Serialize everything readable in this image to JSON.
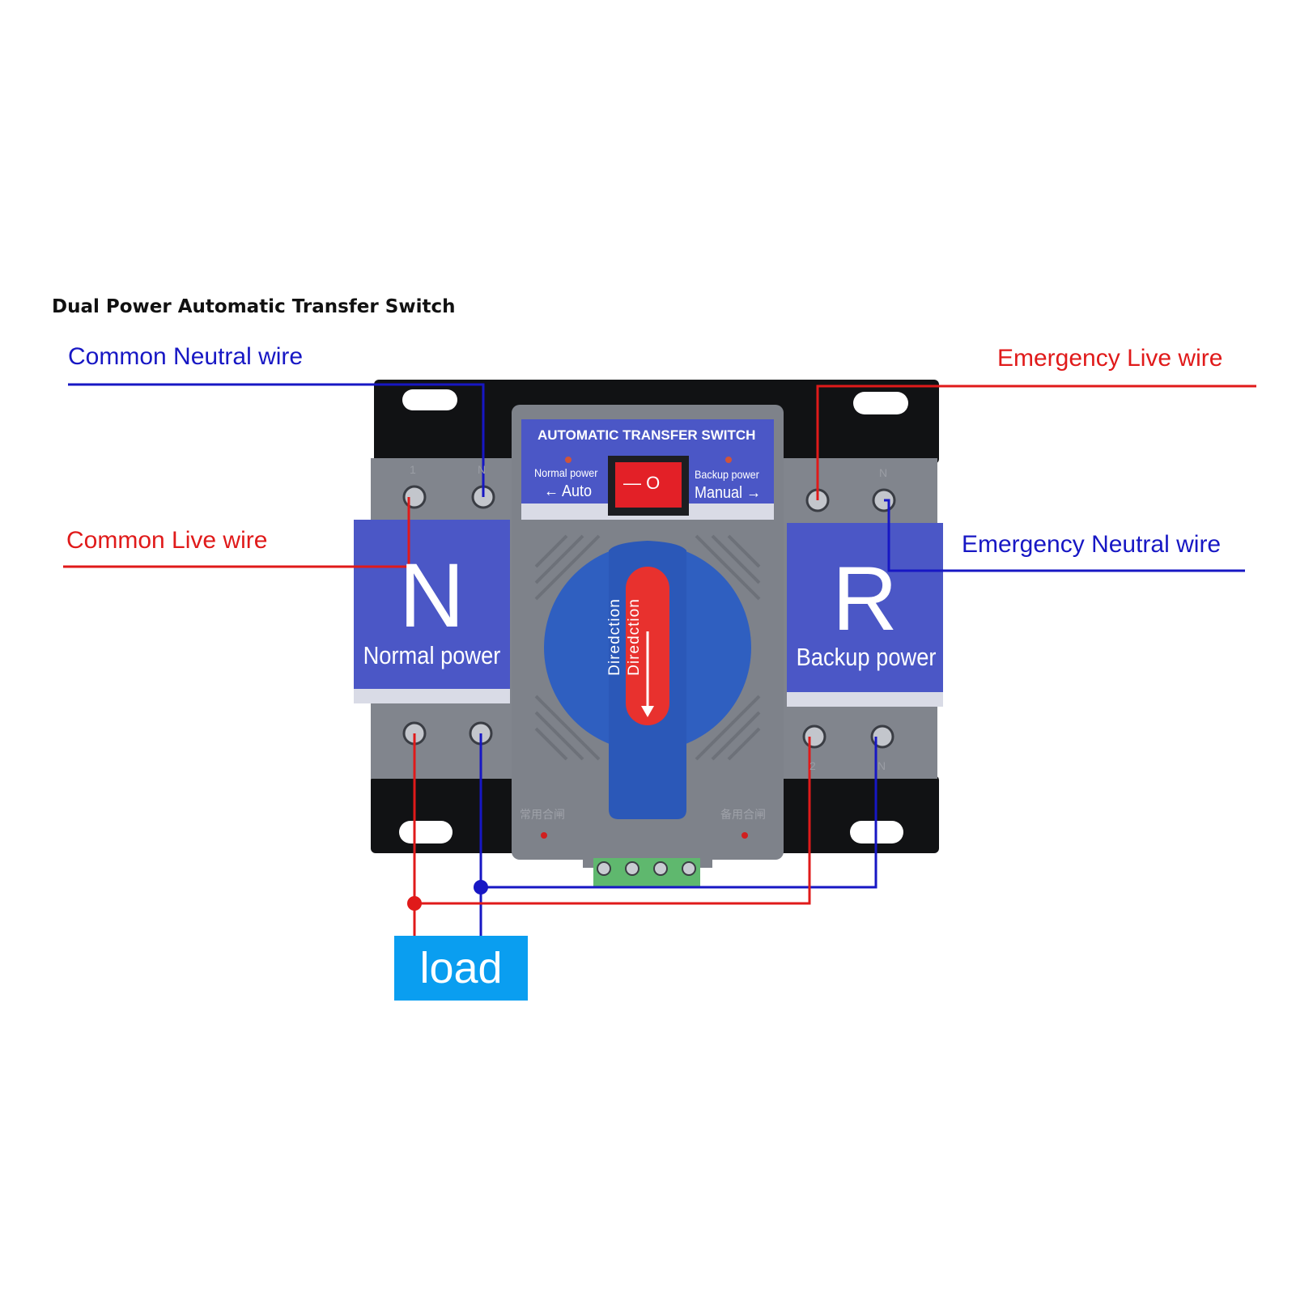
{
  "title": "Dual Power Automatic Transfer Switch",
  "labels": {
    "common_neutral": "Common Neutral wire",
    "common_live": "Common Live wire",
    "emergency_live": "Emergency Live wire",
    "emergency_neutral": "Emergency Neutral wire"
  },
  "device": {
    "header": "AUTOMATIC TRANSFER SWITCH",
    "normal_power_small": "Normal power",
    "backup_power_small": "Backup power",
    "auto": "← Auto",
    "manual": "Manual →",
    "rocker": "— O",
    "left_letter": "N",
    "left_caption": "Normal power",
    "right_letter": "R",
    "right_caption": "Backup power",
    "handle_text": "Diredction",
    "terminal_top_left_1": "1",
    "terminal_top_left_n": "N",
    "terminal_top_right_n": "N",
    "terminal_bottom_right_2": "2",
    "terminal_bottom_right_n": "N",
    "chinese_left": "常用合闸",
    "chinese_right": "备用合闸"
  },
  "load": "load",
  "colors": {
    "live_wire": "#e01a1a",
    "neutral_wire": "#1717c4",
    "panel_blue": "#4b57c6",
    "housing_gray": "#7c8089",
    "handle_blue": "#2f5fc0",
    "handle_red": "#e8312e",
    "load_box": "#0a9ef0",
    "terminal_green": "#5fb86e"
  }
}
